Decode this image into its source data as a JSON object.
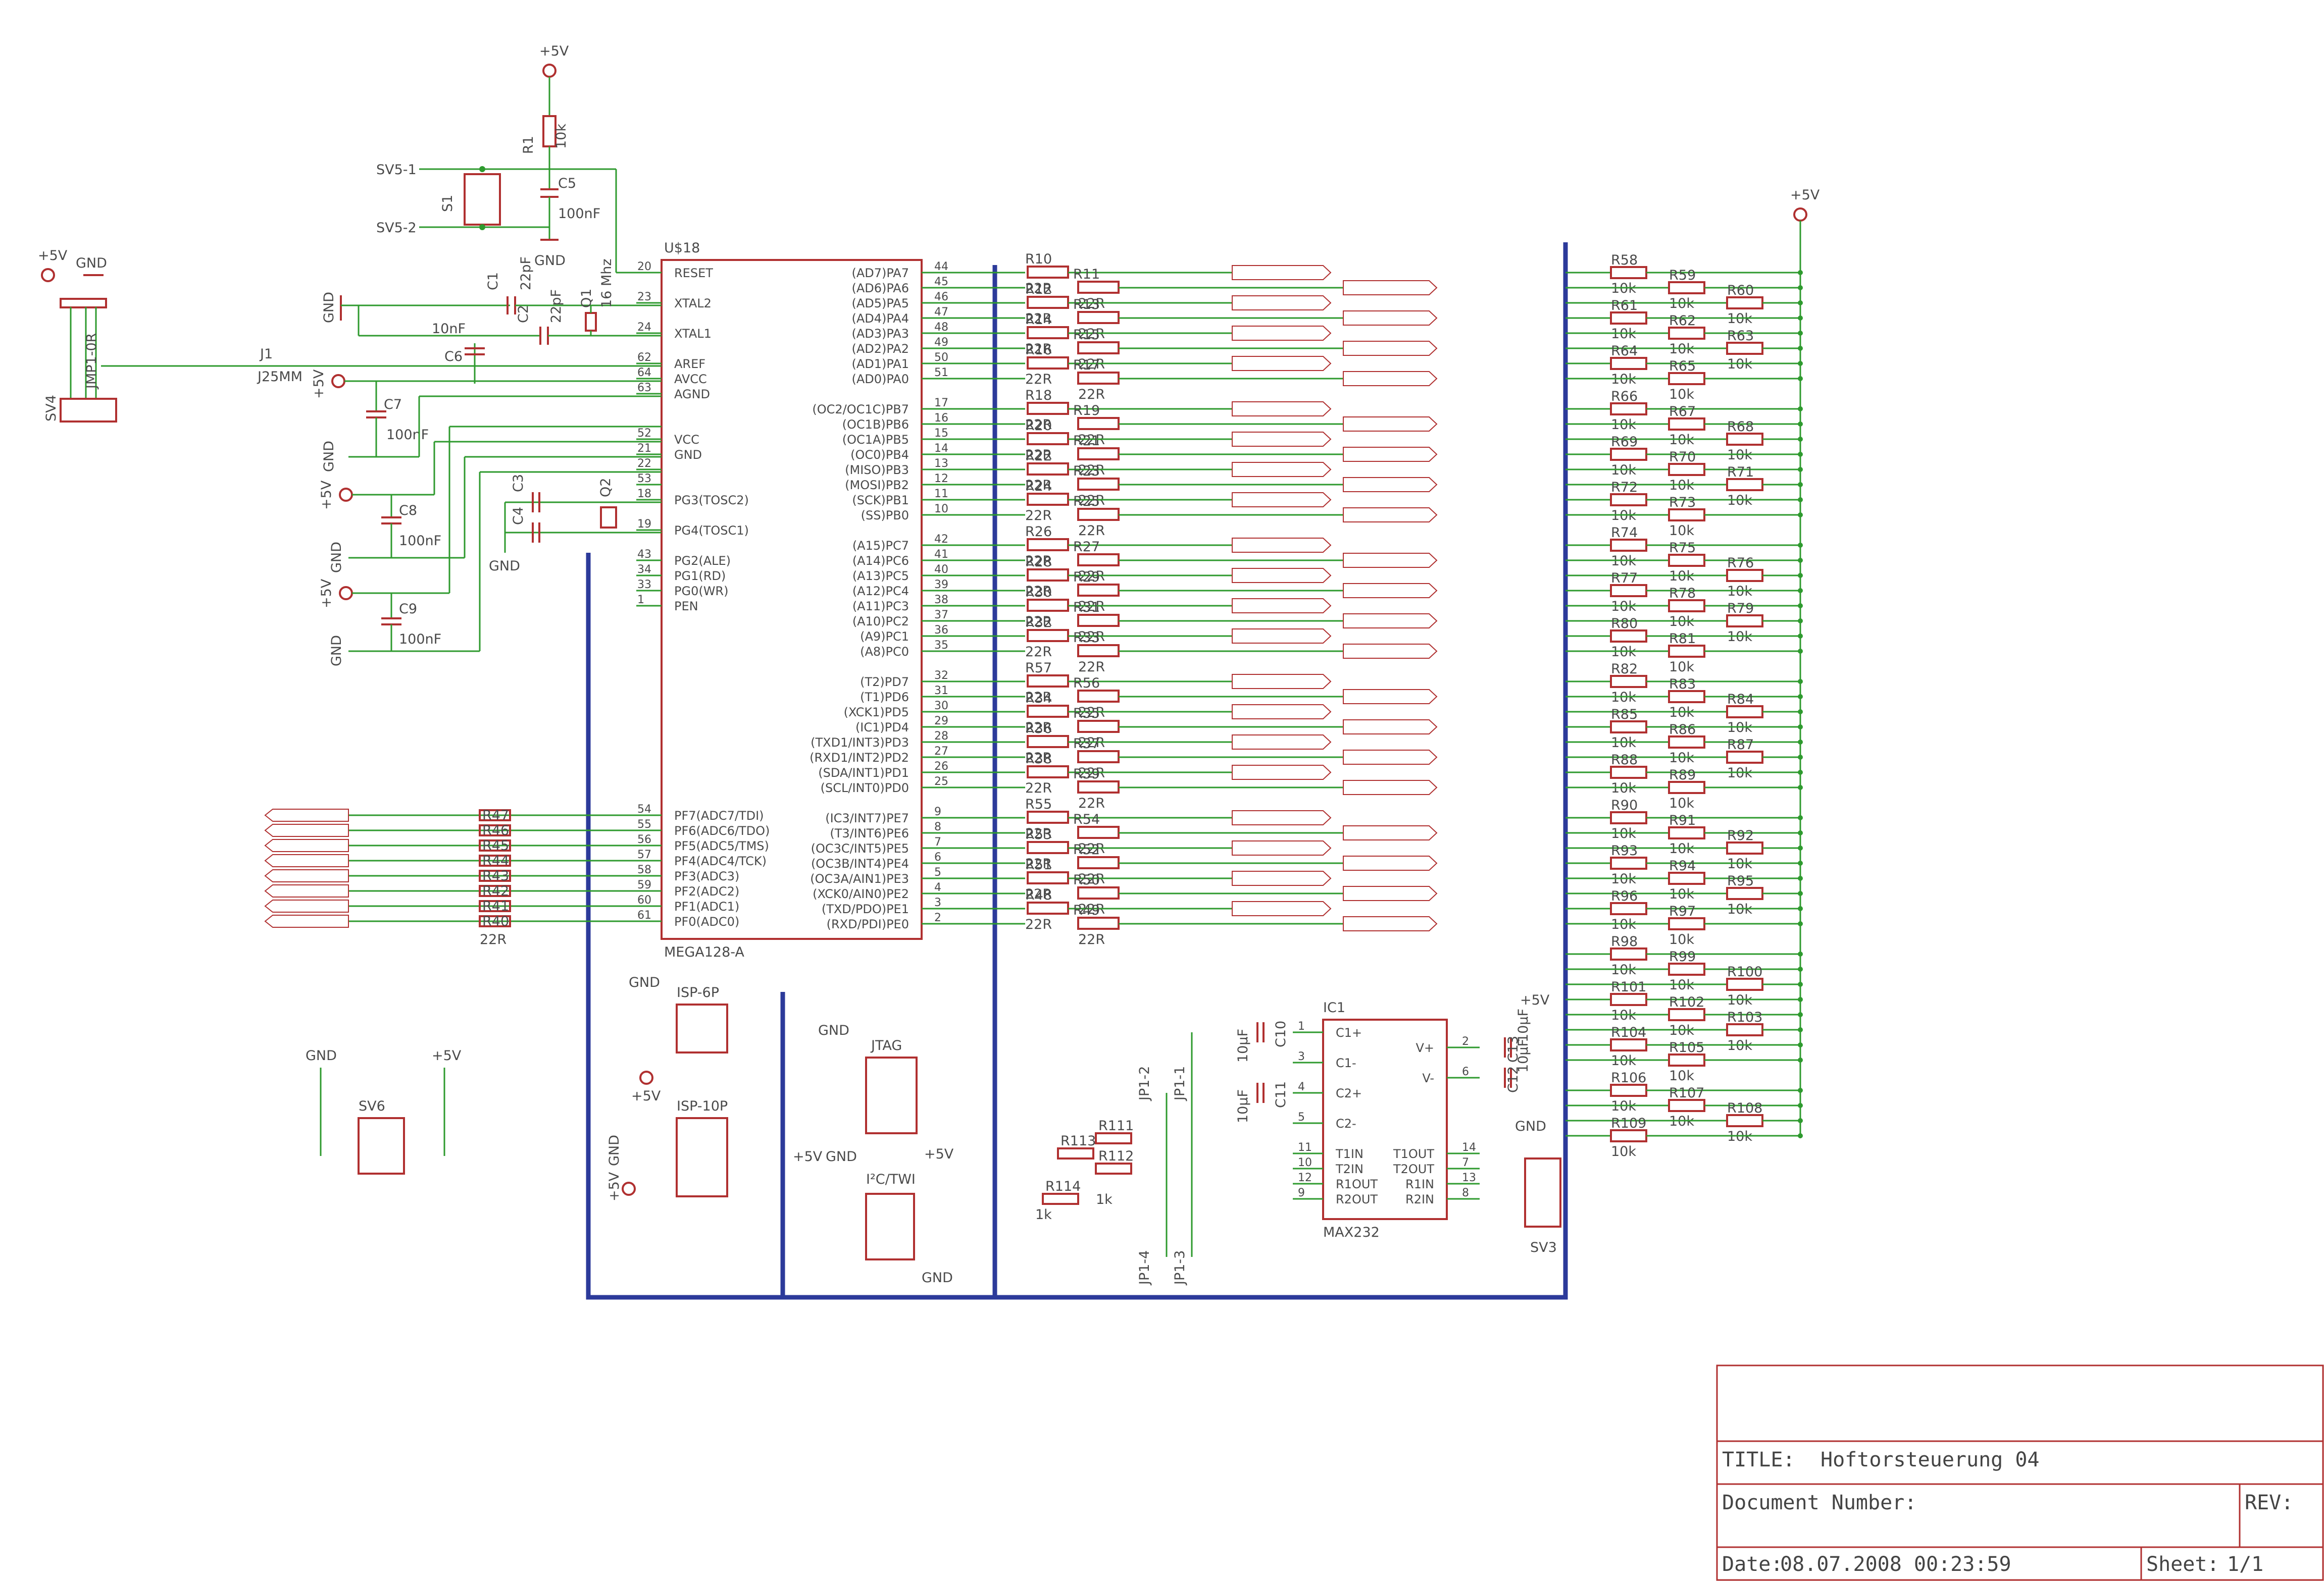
{
  "title_block": {
    "title_label": "TITLE:",
    "title": "Hoftorsteuerung 04",
    "docnum_label": "Document Number:",
    "rev_label": "REV:",
    "date_label": "Date:",
    "date": "08.07.2008 00:23:59",
    "sheet_label": "Sheet:",
    "sheet": "1/1"
  },
  "mcu": {
    "name": "U$18",
    "value": "MEGA128-A",
    "left_pins": [
      {
        "num": "20",
        "name": "RESET"
      },
      {
        "num": "23",
        "name": "XTAL2"
      },
      {
        "num": "24",
        "name": "XTAL1"
      },
      {
        "num": "62",
        "name": "AREF"
      },
      {
        "num": "64",
        "name": "AVCC"
      },
      {
        "num": "63",
        "name": "AGND"
      },
      {
        "num": "52",
        "name": "VCC"
      },
      {
        "num": "21",
        "name": "GND"
      },
      {
        "num": "22",
        "name": ""
      },
      {
        "num": "53",
        "name": ""
      },
      {
        "num": "18",
        "name": "PG3(TOSC2)"
      },
      {
        "num": "19",
        "name": "PG4(TOSC1)"
      },
      {
        "num": "43",
        "name": "PG2(ALE)"
      },
      {
        "num": "34",
        "name": "PG1(RD)"
      },
      {
        "num": "33",
        "name": "PG0(WR)"
      },
      {
        "num": "1",
        "name": "PEN"
      },
      {
        "num": "54",
        "name": "PF7(ADC7/TDI)"
      },
      {
        "num": "55",
        "name": "PF6(ADC6/TDO)"
      },
      {
        "num": "56",
        "name": "PF5(ADC5/TMS)"
      },
      {
        "num": "57",
        "name": "PF4(ADC4/TCK)"
      },
      {
        "num": "58",
        "name": "PF3(ADC3)"
      },
      {
        "num": "59",
        "name": "PF2(ADC2)"
      },
      {
        "num": "60",
        "name": "PF1(ADC1)"
      },
      {
        "num": "61",
        "name": "PF0(ADC0)"
      }
    ],
    "right_pins": [
      {
        "num": "44",
        "name": "(AD7)PA7"
      },
      {
        "num": "45",
        "name": "(AD6)PA6"
      },
      {
        "num": "46",
        "name": "(AD5)PA5"
      },
      {
        "num": "47",
        "name": "(AD4)PA4"
      },
      {
        "num": "48",
        "name": "(AD3)PA3"
      },
      {
        "num": "49",
        "name": "(AD2)PA2"
      },
      {
        "num": "50",
        "name": "(AD1)PA1"
      },
      {
        "num": "51",
        "name": "(AD0)PA0"
      },
      {
        "num": "17",
        "name": "(OC2/OC1C)PB7"
      },
      {
        "num": "16",
        "name": "(OC1B)PB6"
      },
      {
        "num": "15",
        "name": "(OC1A)PB5"
      },
      {
        "num": "14",
        "name": "(OC0)PB4"
      },
      {
        "num": "13",
        "name": "(MISO)PB3"
      },
      {
        "num": "12",
        "name": "(MOSI)PB2"
      },
      {
        "num": "11",
        "name": "(SCK)PB1"
      },
      {
        "num": "10",
        "name": "(SS)PB0"
      },
      {
        "num": "42",
        "name": "(A15)PC7"
      },
      {
        "num": "41",
        "name": "(A14)PC6"
      },
      {
        "num": "40",
        "name": "(A13)PC5"
      },
      {
        "num": "39",
        "name": "(A12)PC4"
      },
      {
        "num": "38",
        "name": "(A11)PC3"
      },
      {
        "num": "37",
        "name": "(A10)PC2"
      },
      {
        "num": "36",
        "name": "(A9)PC1"
      },
      {
        "num": "35",
        "name": "(A8)PC0"
      },
      {
        "num": "32",
        "name": "(T2)PD7"
      },
      {
        "num": "31",
        "name": "(T1)PD6"
      },
      {
        "num": "30",
        "name": "(XCK1)PD5"
      },
      {
        "num": "29",
        "name": "(IC1)PD4"
      },
      {
        "num": "28",
        "name": "(TXD1/INT3)PD3"
      },
      {
        "num": "27",
        "name": "(RXD1/INT2)PD2"
      },
      {
        "num": "26",
        "name": "(SDA/INT1)PD1"
      },
      {
        "num": "25",
        "name": "(SCL/INT0)PD0"
      },
      {
        "num": "9",
        "name": "(IC3/INT7)PE7"
      },
      {
        "num": "8",
        "name": "(T3/INT6)PE6"
      },
      {
        "num": "7",
        "name": "(OC3C/INT5)PE5"
      },
      {
        "num": "6",
        "name": "(OC3B/INT4)PE4"
      },
      {
        "num": "5",
        "name": "(OC3A/AIN1)PE3"
      },
      {
        "num": "4",
        "name": "(XCK0/AIN0)PE2"
      },
      {
        "num": "3",
        "name": "(TXD/PDO)PE1"
      },
      {
        "num": "2",
        "name": "(RXD/PDI)PE0"
      }
    ]
  },
  "series_resistors": {
    "rows": [
      [
        "R10",
        "R11",
        "22R"
      ],
      [
        "R12",
        "R13",
        "22R"
      ],
      [
        "R14",
        "R15",
        "22R"
      ],
      [
        "R16",
        "R17",
        "22R"
      ],
      [
        "R18",
        "R19",
        "22R"
      ],
      [
        "R20",
        "R21",
        "22R"
      ],
      [
        "R22",
        "R23",
        "22R"
      ],
      [
        "R24",
        "R25",
        "22R"
      ],
      [
        "R26",
        "R27",
        "22R"
      ],
      [
        "R28",
        "R29",
        "22R"
      ],
      [
        "R30",
        "R31",
        "22R"
      ],
      [
        "R32",
        "R33",
        "22R"
      ],
      [
        "R57",
        "R56",
        "22R"
      ],
      [
        "R34",
        "R35",
        "22R"
      ],
      [
        "R36",
        "R37",
        "22R"
      ],
      [
        "R38",
        "R39",
        "22R"
      ],
      [
        "R55",
        "R54",
        "22R"
      ],
      [
        "R53",
        "R52",
        "22R"
      ],
      [
        "R51",
        "R50",
        "22R"
      ],
      [
        "R48",
        "R49",
        "22R"
      ]
    ],
    "pf_labels": [
      "R47",
      "R46",
      "R45",
      "R44",
      "R43",
      "R42",
      "R41",
      "R40"
    ],
    "pf_value": "22R"
  },
  "pullups": {
    "value": "10k",
    "rows": [
      [
        "R58",
        "R59",
        "R60"
      ],
      [
        "R61",
        "R62",
        "R63"
      ],
      [
        "R64",
        "R65",
        ""
      ],
      [
        "R66",
        "R67",
        "R68"
      ],
      [
        "R69",
        "R70",
        "R71"
      ],
      [
        "R72",
        "R73",
        ""
      ],
      [
        "R74",
        "R75",
        "R76"
      ],
      [
        "R77",
        "R78",
        "R79"
      ],
      [
        "R80",
        "R81",
        ""
      ],
      [
        "R82",
        "R83",
        "R84"
      ],
      [
        "R85",
        "R86",
        "R87"
      ],
      [
        "R88",
        "R89",
        ""
      ],
      [
        "R90",
        "R91",
        "R92"
      ],
      [
        "R93",
        "R94",
        "R95"
      ],
      [
        "R96",
        "R97",
        ""
      ],
      [
        "R98",
        "R99",
        "R100"
      ],
      [
        "R101",
        "R102",
        "R103"
      ],
      [
        "R104",
        "R105",
        ""
      ],
      [
        "R106",
        "R107",
        "R108"
      ],
      [
        "R109",
        "",
        ""
      ]
    ],
    "supply": "+5V"
  },
  "reset": {
    "r1": "R1",
    "r1_val": "10k",
    "s1": "S1",
    "c5": "C5",
    "c5_val": "100nF",
    "sv51": "SV5-1",
    "sv52": "SV5-2",
    "supply": "+5V",
    "gnd": "GND"
  },
  "clock": {
    "c1": "C1",
    "c1_val": "22pF",
    "c2": "C2",
    "c2_val": "22pF",
    "q1": "Q1",
    "q1_val": "16 Mhz",
    "c6": "C6",
    "c6_val": "10nF",
    "gnd": "GND"
  },
  "aref": {
    "j1": "J1",
    "j1_val": "J25MM",
    "sv4": "SV4",
    "jmp": "JMP1-0R",
    "supply": "+5V",
    "gnd": "GND"
  },
  "power": {
    "c7": "C7",
    "c7_val": "100nF",
    "c8": "C8",
    "c8_val": "100nF",
    "c9": "C9",
    "c9_val": "100nF",
    "supply": "+5V",
    "gnd": "GND"
  },
  "tosc": {
    "c3": "C3",
    "c4": "C4",
    "q2": "Q2",
    "gnd": "GND"
  },
  "connectors": {
    "isp6": "ISP-6P",
    "isp10": "ISP-10P",
    "jtag": "JTAG",
    "i2c": "I²C/TWI",
    "sv6": "SV6",
    "sv3": "SV3",
    "gnd": "GND",
    "supply": "+5V"
  },
  "max232": {
    "ic": "IC1",
    "value": "MAX232",
    "left": [
      "C1+",
      "C1-",
      "C2+",
      "C2-",
      "T1IN",
      "T2IN",
      "R1OUT",
      "R2OUT"
    ],
    "left_num": [
      "1",
      "3",
      "4",
      "5",
      "11",
      "10",
      "12",
      "9"
    ],
    "right": [
      "V+",
      "V-",
      "T1OUT",
      "T2OUT",
      "R1IN",
      "R2IN"
    ],
    "right_num": [
      "2",
      "6",
      "14",
      "7",
      "13",
      "8"
    ],
    "caps": [
      "C10",
      "C11",
      "C12",
      "C13"
    ],
    "cap_val": "10µF",
    "res": [
      "R113",
      "R111",
      "R114",
      "R112"
    ],
    "res_val": "1k",
    "jp": [
      "JP1-2",
      "JP1-1",
      "JP1-4",
      "JP1-3"
    ]
  }
}
